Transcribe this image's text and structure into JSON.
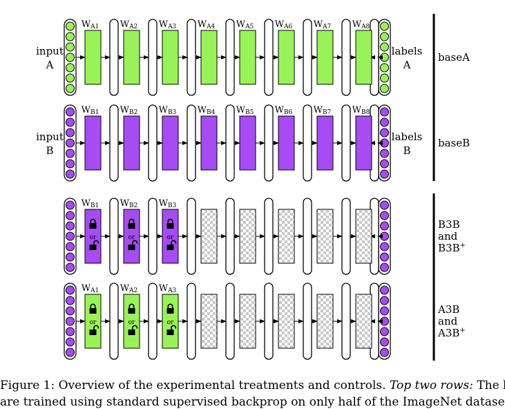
{
  "figure": {
    "colors": {
      "green": "#9af25a",
      "purple": "#a64cf2",
      "outline": "#000000",
      "checker": "#c8c8c8"
    },
    "icons": [
      "lock-closed-icon",
      "lock-open-icon"
    ],
    "rows": [
      {
        "id": "baseA",
        "input_label": [
          "input",
          "A"
        ],
        "output_label": [
          "labels",
          "A"
        ],
        "side_label": [
          "baseA"
        ],
        "input_color": "green",
        "output_color": "green",
        "layers": [
          {
            "w": "W",
            "sub": "A1",
            "color": "green",
            "lock": false
          },
          {
            "w": "W",
            "sub": "A2",
            "color": "green",
            "lock": false
          },
          {
            "w": "W",
            "sub": "A3",
            "color": "green",
            "lock": false
          },
          {
            "w": "W",
            "sub": "A4",
            "color": "green",
            "lock": false
          },
          {
            "w": "W",
            "sub": "A5",
            "color": "green",
            "lock": false
          },
          {
            "w": "W",
            "sub": "A6",
            "color": "green",
            "lock": false
          },
          {
            "w": "W",
            "sub": "A7",
            "color": "green",
            "lock": false
          },
          {
            "w": "W",
            "sub": "A8",
            "color": "green",
            "lock": false
          }
        ]
      },
      {
        "id": "baseB",
        "input_label": [
          "input",
          "B"
        ],
        "output_label": [
          "labels",
          "B"
        ],
        "side_label": [
          "baseB"
        ],
        "input_color": "purple",
        "output_color": "purple",
        "layers": [
          {
            "w": "W",
            "sub": "B1",
            "color": "purple",
            "lock": false
          },
          {
            "w": "W",
            "sub": "B2",
            "color": "purple",
            "lock": false
          },
          {
            "w": "W",
            "sub": "B3",
            "color": "purple",
            "lock": false
          },
          {
            "w": "W",
            "sub": "B4",
            "color": "purple",
            "lock": false
          },
          {
            "w": "W",
            "sub": "B5",
            "color": "purple",
            "lock": false
          },
          {
            "w": "W",
            "sub": "B6",
            "color": "purple",
            "lock": false
          },
          {
            "w": "W",
            "sub": "B7",
            "color": "purple",
            "lock": false
          },
          {
            "w": "W",
            "sub": "B8",
            "color": "purple",
            "lock": false
          }
        ]
      },
      {
        "id": "B3B",
        "input_label": [],
        "output_label": [],
        "side_label": [
          "B3B",
          "and",
          "B3B"
        ],
        "side_sup": "+",
        "input_color": "purple",
        "output_color": "purple",
        "layers": [
          {
            "w": "W",
            "sub": "B1",
            "color": "purple",
            "lock": true
          },
          {
            "w": "W",
            "sub": "B2",
            "color": "purple",
            "lock": true
          },
          {
            "w": "W",
            "sub": "B3",
            "color": "purple",
            "lock": true
          },
          {
            "w": "",
            "sub": "",
            "color": "checker",
            "lock": false
          },
          {
            "w": "",
            "sub": "",
            "color": "checker",
            "lock": false
          },
          {
            "w": "",
            "sub": "",
            "color": "checker",
            "lock": false
          },
          {
            "w": "",
            "sub": "",
            "color": "checker",
            "lock": false
          },
          {
            "w": "",
            "sub": "",
            "color": "checker",
            "lock": false
          }
        ]
      },
      {
        "id": "A3B",
        "input_label": [],
        "output_label": [],
        "side_label": [
          "A3B",
          "and",
          "A3B"
        ],
        "side_sup": "+",
        "input_color": "purple",
        "output_color": "purple",
        "layers": [
          {
            "w": "W",
            "sub": "A1",
            "color": "green",
            "lock": true
          },
          {
            "w": "W",
            "sub": "A2",
            "color": "green",
            "lock": true
          },
          {
            "w": "W",
            "sub": "A3",
            "color": "green",
            "lock": true
          },
          {
            "w": "",
            "sub": "",
            "color": "checker",
            "lock": false
          },
          {
            "w": "",
            "sub": "",
            "color": "checker",
            "lock": false
          },
          {
            "w": "",
            "sub": "",
            "color": "checker",
            "lock": false
          },
          {
            "w": "",
            "sub": "",
            "color": "checker",
            "lock": false
          },
          {
            "w": "",
            "sub": "",
            "color": "checker",
            "lock": false
          }
        ]
      }
    ],
    "or_label": "or"
  },
  "caption": {
    "line1_a": "Figure 1: Overview of the experimental treatments and controls. ",
    "line1_italic": "Top two rows:",
    "line1_b": " The base networks",
    "line2": "are trained using standard supervised backprop on only half of the ImageNet dataset (first row: A"
  }
}
